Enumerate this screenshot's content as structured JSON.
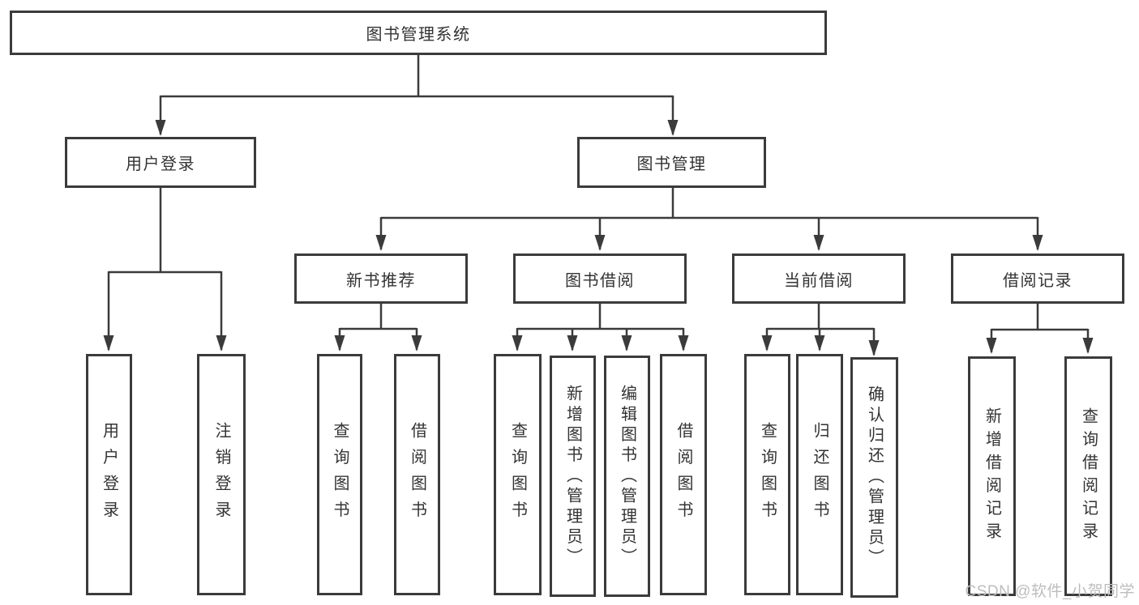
{
  "diagram": {
    "root": {
      "label": "图书管理系统"
    },
    "login_branch": {
      "label": "用户登录",
      "children": [
        {
          "label": "用户登录"
        },
        {
          "label": "注销登录"
        }
      ]
    },
    "management_branch": {
      "label": "图书管理",
      "modules": [
        {
          "label": "新书推荐",
          "children": [
            {
              "label": "查询图书"
            },
            {
              "label": "借阅图书"
            }
          ]
        },
        {
          "label": "图书借阅",
          "children": [
            {
              "label": "查询图书"
            },
            {
              "label": "新增图书（管理员）"
            },
            {
              "label": "编辑图书（管理员）"
            },
            {
              "label": "借阅图书"
            }
          ]
        },
        {
          "label": "当前借阅",
          "children": [
            {
              "label": "查询图书"
            },
            {
              "label": "归还图书"
            },
            {
              "label": "确认归还（管理员）"
            }
          ]
        },
        {
          "label": "借阅记录",
          "children": [
            {
              "label": "新增借阅记录"
            },
            {
              "label": "查询借阅记录"
            }
          ]
        }
      ]
    }
  },
  "watermark": {
    "text": "CSDN @软件_小贺同学"
  },
  "colors": {
    "line": "#3b3b3b",
    "box_border": "#3b3b3b",
    "box_fill": "#ffffff",
    "text": "#333333",
    "watermark": "#bdbdbd",
    "background": "#ffffff"
  }
}
